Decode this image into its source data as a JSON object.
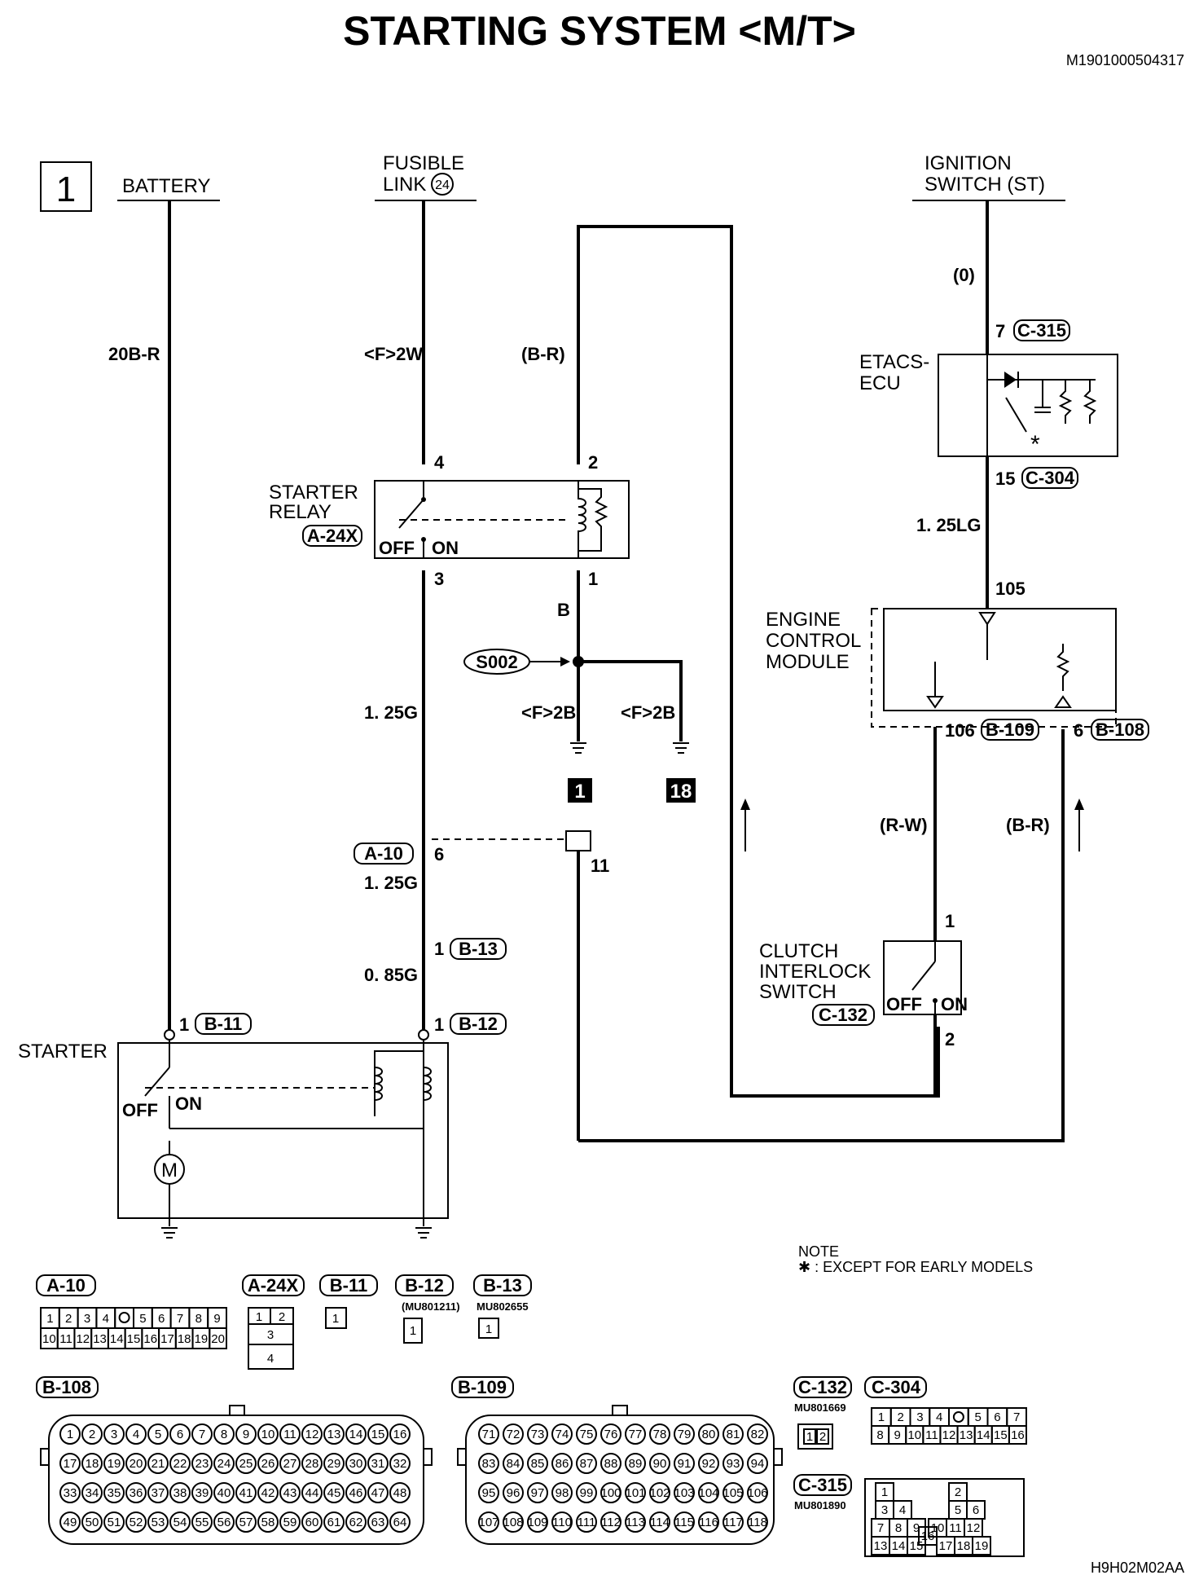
{
  "title": "STARTING SYSTEM <M/T>",
  "doc_id": "M1901000504317",
  "footer_id": "H9H02M02AA",
  "page_number": "1",
  "headers": {
    "battery": "BATTERY",
    "fusible_link_1": "FUSIBLE",
    "fusible_link_2": "LINK",
    "fusible_link_num": "24",
    "ignition_1": "IGNITION",
    "ignition_2": "SWITCH (ST)"
  },
  "wires": {
    "battery": "20B-R",
    "fusible": "<F>2W",
    "relay_coil": "(B-R)",
    "ign_0": "(0)",
    "lg": "1. 25LG",
    "relay_out": "1. 25G",
    "b": "B",
    "f2b_1": "<F>2B",
    "f2b_2": "<F>2B",
    "g2": "1. 25G",
    "g085": "0. 85G",
    "rw": "(R-W)",
    "br2": "(B-R)"
  },
  "components": {
    "etacs_1": "ETACS-",
    "etacs_2": "ECU",
    "starter_relay_1": "STARTER",
    "starter_relay_2": "RELAY",
    "ecm_1": "ENGINE",
    "ecm_2": "CONTROL",
    "ecm_3": "MODULE",
    "clutch_1": "CLUTCH",
    "clutch_2": "INTERLOCK",
    "clutch_3": "SWITCH",
    "starter": "STARTER",
    "splice": "S002",
    "off": "OFF",
    "on": "ON",
    "motor": "M",
    "asterisk": "*"
  },
  "pins": {
    "p7": "7",
    "p15": "15",
    "p105": "105",
    "p106": "106",
    "p6a": "6",
    "p4": "4",
    "p2": "2",
    "p3": "3",
    "p1": "1",
    "p6b": "6",
    "p11": "11",
    "p1b": "1",
    "p1c": "1",
    "p1d": "1",
    "p1e": "1",
    "p2b": "2"
  },
  "connector_codes": {
    "c315": "C-315",
    "c304": "C-304",
    "b109": "B-109",
    "b108": "B-108",
    "a24x": "A-24X",
    "a10": "A-10",
    "b13": "B-13",
    "b12": "B-12",
    "b11": "B-11",
    "c132": "C-132"
  },
  "grounds": {
    "g1": "1",
    "g18": "18"
  },
  "note": {
    "title": "NOTE",
    "text": "✱ : EXCEPT FOR EARLY MODELS"
  },
  "legend": {
    "a10": "A-10",
    "a24x": "A-24X",
    "b11": "B-11",
    "b12": "B-12",
    "b13": "B-13",
    "b12_part": "(MU801211)",
    "b13_part": "MU802655",
    "b108": "B-108",
    "b109": "B-109",
    "c132": "C-132",
    "c304": "C-304",
    "c315": "C-315",
    "c132_part": "MU801669",
    "c315_part": "MU801890",
    "a10_row1": [
      "1",
      "2",
      "3",
      "4",
      "",
      "5",
      "6",
      "7",
      "8",
      "9"
    ],
    "a10_row2": [
      "10",
      "11",
      "12",
      "13",
      "14",
      "15",
      "16",
      "17",
      "18",
      "19",
      "20"
    ],
    "a24x_cells": [
      "1",
      "2",
      "3",
      "4"
    ],
    "b11_cell": "1",
    "b12_cell": "1",
    "b13_cell": "1",
    "c132_cells": [
      "1",
      "2"
    ],
    "c304_row1": [
      "1",
      "2",
      "3",
      "4",
      "",
      "5",
      "6",
      "7"
    ],
    "c304_row2": [
      "8",
      "9",
      "10",
      "11",
      "12",
      "13",
      "14",
      "15",
      "16"
    ],
    "c315_cells": [
      "1",
      "2",
      "3",
      "4",
      "5",
      "6",
      "7",
      "8",
      "9",
      "10",
      "11",
      "12",
      "13",
      "14",
      "15",
      "16",
      "17",
      "18",
      "19"
    ],
    "b108_rows": [
      [
        "1",
        "2",
        "3",
        "4",
        "5",
        "6",
        "7",
        "8",
        "9",
        "10",
        "11",
        "12",
        "13",
        "14",
        "15",
        "16"
      ],
      [
        "17",
        "18",
        "19",
        "20",
        "21",
        "22",
        "23",
        "24",
        "25",
        "26",
        "27",
        "28",
        "29",
        "30",
        "31",
        "32"
      ],
      [
        "33",
        "34",
        "35",
        "36",
        "37",
        "38",
        "39",
        "40",
        "41",
        "42",
        "43",
        "44",
        "45",
        "46",
        "47",
        "48"
      ],
      [
        "49",
        "50",
        "51",
        "52",
        "53",
        "54",
        "55",
        "56",
        "57",
        "58",
        "59",
        "60",
        "61",
        "62",
        "63",
        "64"
      ]
    ],
    "b109_rows": [
      [
        "71",
        "72",
        "73",
        "74",
        "75",
        "76",
        "77",
        "78",
        "79",
        "80",
        "81",
        "82"
      ],
      [
        "83",
        "84",
        "85",
        "86",
        "87",
        "88",
        "89",
        "90",
        "91",
        "92",
        "93",
        "94"
      ],
      [
        "95",
        "96",
        "97",
        "98",
        "99",
        "100",
        "101",
        "102",
        "103",
        "104",
        "105",
        "106"
      ],
      [
        "107",
        "108",
        "109",
        "110",
        "111",
        "112",
        "113",
        "114",
        "115",
        "116",
        "117",
        "118"
      ]
    ]
  }
}
